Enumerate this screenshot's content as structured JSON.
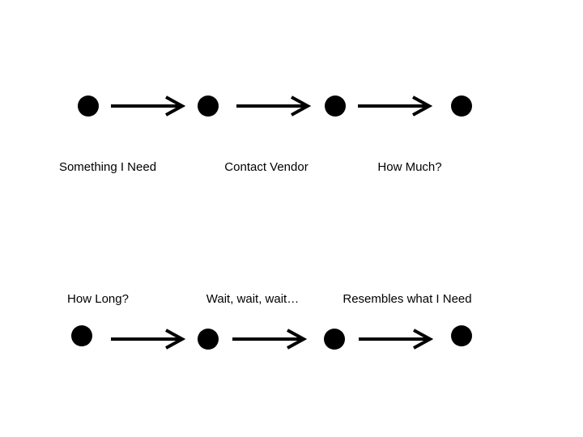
{
  "top_row": {
    "labels": [
      "Something I Need",
      "Contact Vendor",
      "How Much?"
    ]
  },
  "bottom_row": {
    "labels": [
      "How Long?",
      "Wait, wait, wait…",
      "Resembles what I Need"
    ]
  },
  "colors": {
    "background": "#ffffff",
    "ink": "#000000"
  }
}
